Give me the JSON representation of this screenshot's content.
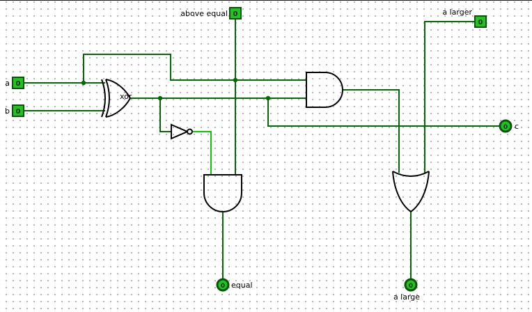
{
  "colors": {
    "grid_dot": "#b5b5b5",
    "wire_low": "#006b00",
    "wire_high": "#00cc00",
    "pin_fill": "#1fc41f",
    "pin_border": "#0b520b",
    "pin_value": "#002b00",
    "gate_stroke": "#000000",
    "label_text": "#000000"
  },
  "pins": {
    "a": {
      "label": "a",
      "value": "0",
      "kind": "input"
    },
    "b": {
      "label": "b",
      "value": "0",
      "kind": "input"
    },
    "above_equal": {
      "label": "above equal",
      "value": "0",
      "kind": "input"
    },
    "a_larger": {
      "label": "a larger",
      "value": "0",
      "kind": "input"
    },
    "c": {
      "label": "c",
      "value": "0",
      "kind": "output"
    },
    "equal": {
      "label": "equal",
      "value": "0",
      "kind": "output"
    },
    "a_large": {
      "label": "a large",
      "value": "0",
      "kind": "output"
    }
  },
  "gates": {
    "xor": {
      "label": "xor",
      "type": "xor"
    },
    "not": {
      "type": "not"
    },
    "and_top": {
      "type": "and"
    },
    "and_bottom": {
      "type": "and"
    },
    "or": {
      "type": "or"
    }
  }
}
